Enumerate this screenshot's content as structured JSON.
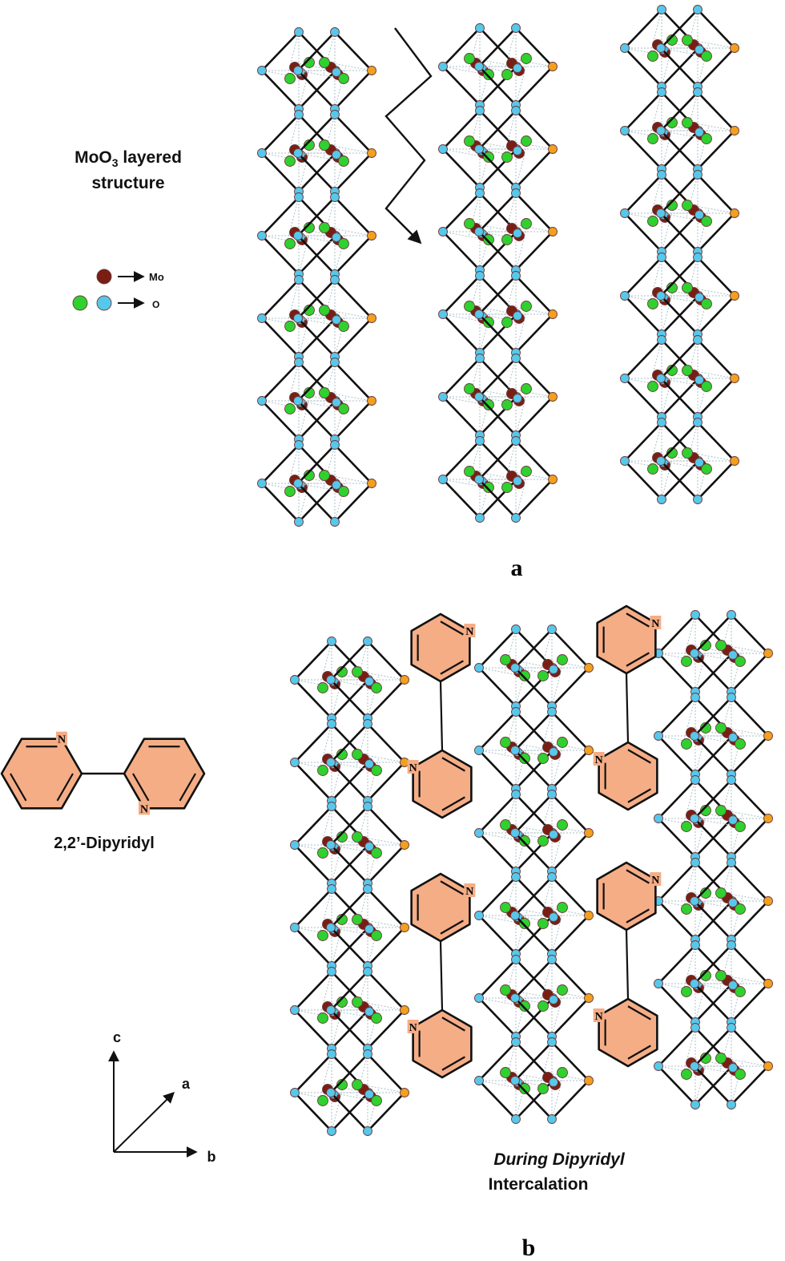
{
  "title_line1": "MoO",
  "title_sub": "3",
  "title_line1_rest": " layered",
  "title_line2": "structure",
  "legend": {
    "mo_label": "Mo",
    "o_label": "O"
  },
  "molecule_name": "2,2’-Dipyridyl",
  "atom_n": "N",
  "axes": {
    "c": "c",
    "a": "a",
    "b": "b"
  },
  "caption_line1": "During Dipyridyl",
  "caption_line2": "Intercalation",
  "panel_a": "a",
  "panel_b": "b",
  "colors": {
    "mo": "#7a1e14",
    "o_green": "#2fd12f",
    "o_blue": "#56c8ec",
    "o_terminal": "#f2a01e",
    "ring_fill": "#f5ad86",
    "bond": "#111111"
  }
}
